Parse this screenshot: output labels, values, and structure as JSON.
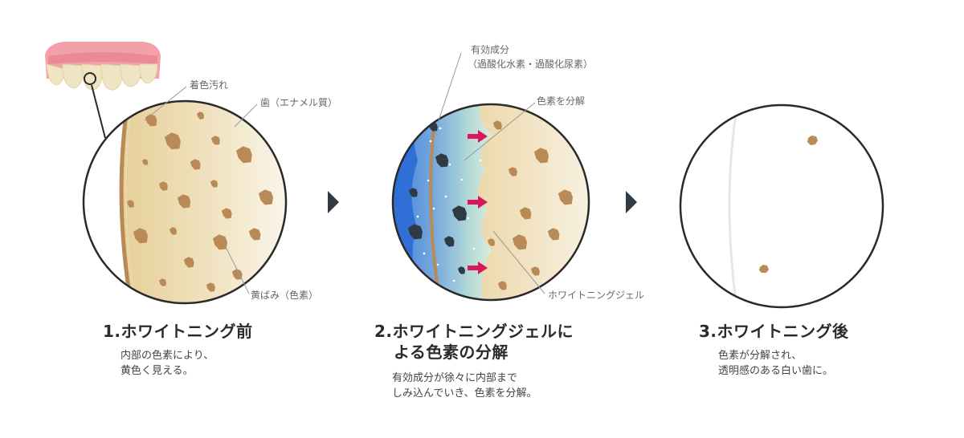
{
  "panels": [
    {
      "title": "1.ホワイトニング前",
      "desc": [
        "内部の色素により、",
        "黄色く見える。"
      ],
      "labels": {
        "stain": "着色汚れ",
        "enamel": "歯（エナメル質）",
        "pigment": "黄ばみ（色素）"
      }
    },
    {
      "title_lines": [
        "2.ホワイトニングジェルに",
        "よる色素の分解"
      ],
      "desc": [
        "有効成分が徐々に内部まで",
        "しみ込んでいき、色素を分解。"
      ],
      "labels": {
        "active_line1": "有効成分",
        "active_line2": "（過酸化水素・過酸化尿素）",
        "decompose": "色素を分解",
        "gel": "ホワイトニングジェル"
      }
    },
    {
      "title": "3.ホワイトニング後",
      "desc": [
        "色素が分解され、",
        "透明感のある白い歯に。"
      ]
    }
  ],
  "colors": {
    "tooth": "#e7d3a4",
    "pigment": "#b98a56",
    "dark_pigment": "#2e3a44",
    "gel": "#4a86d8",
    "arrow": "#d8185a",
    "outline": "#2a2a2a"
  }
}
